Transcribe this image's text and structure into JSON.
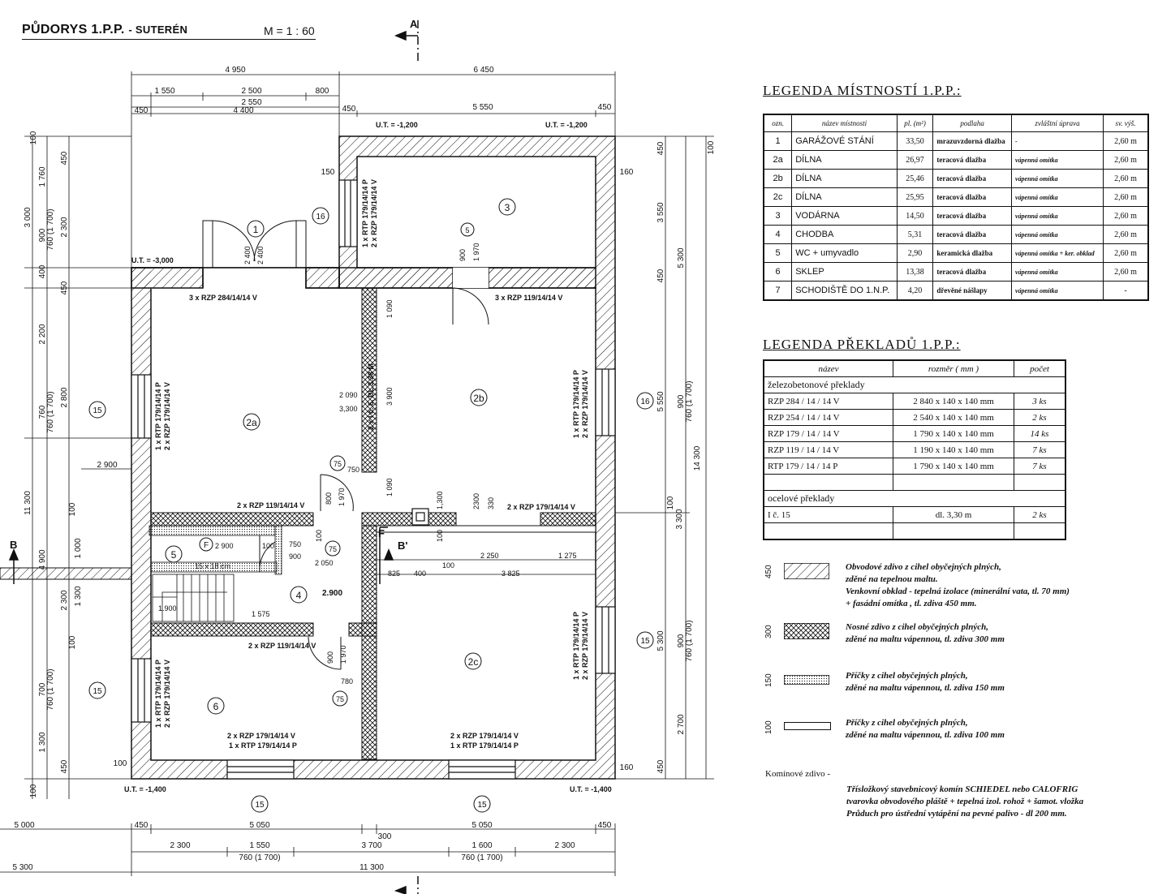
{
  "header": {
    "title": "PŮDORYS 1.P.P.",
    "subtitle": "- SUTERÉN",
    "scale": "M = 1 : 60"
  },
  "plan": {
    "section_A": "A",
    "section_B": "B",
    "section_B2": "B'",
    "section_F": "F",
    "rooms": {
      "r1": "1",
      "r2a": "2a",
      "r2b": "2b",
      "r2c": "2c",
      "r3": "3",
      "r4": "4",
      "r5": "5",
      "r6": "6",
      "rF": "F",
      "r5_lbl": "5",
      "r15a": "15",
      "r15b": "15",
      "r15c": "15",
      "r15d": "15",
      "r15e": "15",
      "r16a": "16",
      "r16b": "16",
      "r75a": "75",
      "r75b": "75",
      "r75c": "75"
    },
    "levels": {
      "ut_top_left": "U.T. = -1,200",
      "ut_top_right": "U.T. = -1,200",
      "ut_garage": "U.T. = -3,000",
      "ut_bot_left": "U.T. = -1,400",
      "ut_bot_right": "U.T. = -1,400"
    },
    "dims_top": {
      "d4950": "4 950",
      "d6450": "6 450",
      "d1550": "1 550",
      "d2500": "2 500",
      "d800": "800",
      "d2550": "2 550",
      "d4400": "4 400",
      "d450a": "450",
      "d450b": "450",
      "d5550": "5 550",
      "d450c": "450"
    },
    "dims_bottom": {
      "d5000": "5 000",
      "d450a": "450",
      "d5050a": "5 050",
      "d300": "300",
      "d5050b": "5 050",
      "d450b": "450",
      "d2300a": "2 300",
      "d1550": "1 550",
      "d3700": "3 700",
      "d1600": "1 600",
      "d2300b": "2 300",
      "d760a": "760 (1 700)",
      "d760b": "760 (1 700)",
      "d5300": "5 300",
      "d11300": "11 300"
    },
    "dims_left": {
      "l100a": "100",
      "l1760": "1 760",
      "l450a": "450",
      "l3000": "3 000",
      "l900": "900",
      "l760a": "760 (1 700)",
      "l2300a": "2 300",
      "l400": "400",
      "l450b": "450",
      "l2200": "2 200",
      "l760b": "760",
      "l760c": "760 (1 700)",
      "l2800": "2 800",
      "l11300": "11 300",
      "l100b": "100",
      "l4900": "4 900",
      "l1000": "1 000",
      "l2300b": "2 300",
      "l1300a": "1 300",
      "l100c": "100",
      "l700": "700",
      "l760d": "760 (1 700)",
      "l1300b": "1 300",
      "l450c": "450",
      "l100d": "100",
      "l2900": "2 900"
    },
    "dims_right": {
      "r100a": "100",
      "r450a": "450",
      "r3550": "3 550",
      "r5300a": "5 300",
      "r450b": "450",
      "r5550": "5 550",
      "r900a": "900",
      "r760a": "760 (1 700)",
      "r14300": "14 300",
      "r100b": "100",
      "r3300": "3 300",
      "r5300b": "5 300",
      "r900b": "900",
      "r760b": "760 (1 700)",
      "r2700": "2 700",
      "r450c": "450",
      "r160a": "160",
      "r160b": "160",
      "r150": "150",
      "r100c": "100"
    },
    "inner": {
      "lintel_3x284": "3 x RZP 284/14/14 V",
      "lintel_3x119": "3 x RZP 119/14/14 V",
      "lintel_2x119a": "2 x RZP 119/14/14 V",
      "lintel_2x179a": "2 x RZP 179/14/14 V",
      "lintel_2x119b": "2 x RZP 119/14/14 V",
      "lintel_r6a": "2 x RZP 179/14/14 V",
      "lintel_r6b": "1 x RTP 179/14/14 P",
      "lintel_r2ca": "2 x RZP 179/14/14 V",
      "lintel_r2cb": "1 x RTP 179/14/14 P",
      "lintel_v1": "1 x RTP 179/14/14 P",
      "lintel_v2": "2 x RZP 179/14/14 V",
      "steel": "2 x I č. 6, DL 3,38 M",
      "d2090": "2 090",
      "d3300": "3,300",
      "d2400a": "2 400",
      "d2400b": "2 400",
      "d900a": "900",
      "d1970a": "1 970",
      "d1090a": "1 090",
      "d3900": "3 900",
      "d1090b": "1 090",
      "d750": "750",
      "d800": "800",
      "d1970b": "1 970",
      "d2900": "2 900",
      "d100": "100",
      "d750b": "750",
      "d900b": "900",
      "d100b": "100",
      "d2050": "2 050",
      "d15x18": "15 x 18 cm",
      "d2900b": "2.900",
      "d1900": "1.900",
      "d1575": "1 575",
      "d900c": "900",
      "d1970c": "1 970",
      "d780": "780",
      "d2300": "2300",
      "d330": "330",
      "d1300": "1,300",
      "d100c": "100",
      "d100d": "100",
      "d2250": "2 250",
      "d1275": "1 275",
      "d825": "825",
      "d400": "400",
      "d3825": "3 825"
    }
  },
  "legend_rooms": {
    "title": "LEGENDA  MÍSTNOSTÍ  1.P.P.:",
    "headers": [
      "ozn.",
      "název místnosti",
      "pl. (m²)",
      "podlaha",
      "zvláštní úprava",
      "sv. výš."
    ],
    "rows": [
      [
        "1",
        "GARÁŽOVÉ STÁNÍ",
        "33,50",
        "mrazuvzdorná dlažba",
        "-",
        "2,60 m"
      ],
      [
        "2a",
        "DÍLNA",
        "26,97",
        "teracová dlažba",
        "vápenná omítka",
        "2,60 m"
      ],
      [
        "2b",
        "DÍLNA",
        "25,46",
        "teracová dlažba",
        "vápenná omítka",
        "2,60 m"
      ],
      [
        "2c",
        "DÍLNA",
        "25,95",
        "teracová dlažba",
        "vápenná omítka",
        "2,60 m"
      ],
      [
        "3",
        "VODÁRNA",
        "14,50",
        "teracová dlažba",
        "vápenná omítka",
        "2,60 m"
      ],
      [
        "4",
        "CHODBA",
        "5,31",
        "teracová dlažba",
        "vápenná omítka",
        "2,60 m"
      ],
      [
        "5",
        "WC + umyvadlo",
        "2,90",
        "keramická dlažba",
        "vápenná omítka + ker. obklad",
        "2,60 m"
      ],
      [
        "6",
        "SKLEP",
        "13,38",
        "teracová dlažba",
        "vápenná omítka",
        "2,60 m"
      ],
      [
        "7",
        "SCHODIŠTĚ DO 1.N.P.",
        "4,20",
        "dřevěné nášlapy",
        "vápenná omítka",
        "-"
      ]
    ]
  },
  "legend_lintels": {
    "title": "LEGENDA  PŘEKLADŮ  1.P.P.:",
    "headers": [
      "název",
      "rozměr ( mm )",
      "počet"
    ],
    "group1": "železobetonové  překlady",
    "rows1": [
      [
        "RZP  284 / 14 / 14  V",
        "2 840  x  140  x  140 mm",
        "3 ks"
      ],
      [
        "RZP  254 / 14 / 14  V",
        "2 540  x  140  x  140 mm",
        "2 ks"
      ],
      [
        "RZP  179 / 14 / 14  V",
        "1 790  x  140  x  140 mm",
        "14 ks"
      ],
      [
        "RZP  119 / 14 / 14  V",
        "1 190  x  140  x  140 mm",
        "7 ks"
      ],
      [
        "RTP  179 / 14 / 14  P",
        "1 790  x  140  x  140 mm",
        "7 ks"
      ]
    ],
    "group2": "ocelové  překlady",
    "rows2": [
      [
        "I  č.  15",
        "dl. 3,30 m",
        "2 ks"
      ]
    ]
  },
  "materials": [
    {
      "thickness": "450",
      "line1": "Obvodové zdivo z cihel obyčejných plných,",
      "line2": "zděné na tepelnou maltu.",
      "line3": "Venkovní obklad - tepelná izolace (minerální vata, tl. 70 mm)",
      "line4": "+ fasádní omítka ,  tl.  zdiva 450 mm."
    },
    {
      "thickness": "300",
      "line1": "Nosné zdivo z cihel obyčejných plných,",
      "line2": "zděné na maltu vápennou, tl. zdiva 300 mm"
    },
    {
      "thickness": "150",
      "line1": "Příčky z cihel obyčejných plných,",
      "line2": "zděné na maltu vápennou, tl. zdiva 150 mm"
    },
    {
      "thickness": "100",
      "line1": "Příčky z cihel obyčejných plných,",
      "line2": "zděné na maltu vápennou, tl. zdiva 100 mm"
    }
  ],
  "chimney": {
    "title": "Komínové zdivo -",
    "line1": "Třísložkový stavebnicový komín SCHIEDEL nebo CALOFRIG",
    "line2": "tvarovka obvodového pláště + tepelná izol. rohož + šamot. vložka",
    "line3": "Průduch  pro  ústřední vytápění na pevné palivo - dl 200 mm."
  }
}
